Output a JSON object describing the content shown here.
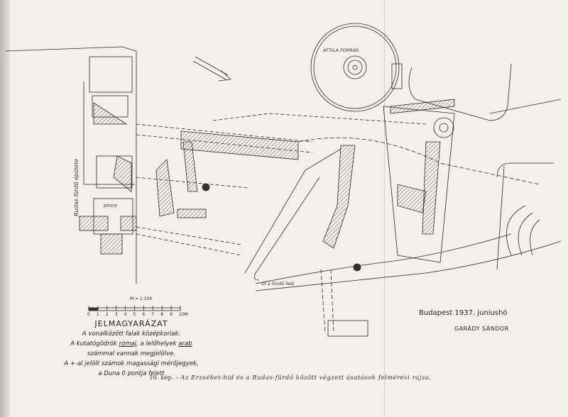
{
  "plan": {
    "labels": {
      "spring": "ATTILA FORRÁS",
      "bath_building": "Rudas fürdő épülete",
      "cellar": "pince",
      "road_to_bath": "út a fürdő felé"
    },
    "scale": {
      "ratio": "M = 1:100",
      "ticks": [
        "0",
        "1",
        "2",
        "3",
        "4",
        "5",
        "6",
        "7",
        "8",
        "9",
        "10M"
      ]
    },
    "legend": {
      "title": "JELMAGYARÁZAT",
      "line1": "A vonalközött falak középkoriak.",
      "line2a": "A kutatógödrök ",
      "line2_roman": "rómaj",
      "line2b": ", a lelőhelyek ",
      "line2_arab": "arab",
      "line3": "számmal vannak megjelölve.",
      "line4": "A +-al jelölt számok magassági mérőjegyek,",
      "line5": "a Duna 0 pontja felett"
    },
    "date": "Budapest 1937. juniushó",
    "author": "GARÁDY SÁNDOR"
  },
  "caption": {
    "number": "10. kép. –",
    "text": "Az Erzsébet-híd és a Rudas-fürdő között végzett ásatások felmérési rajza."
  }
}
